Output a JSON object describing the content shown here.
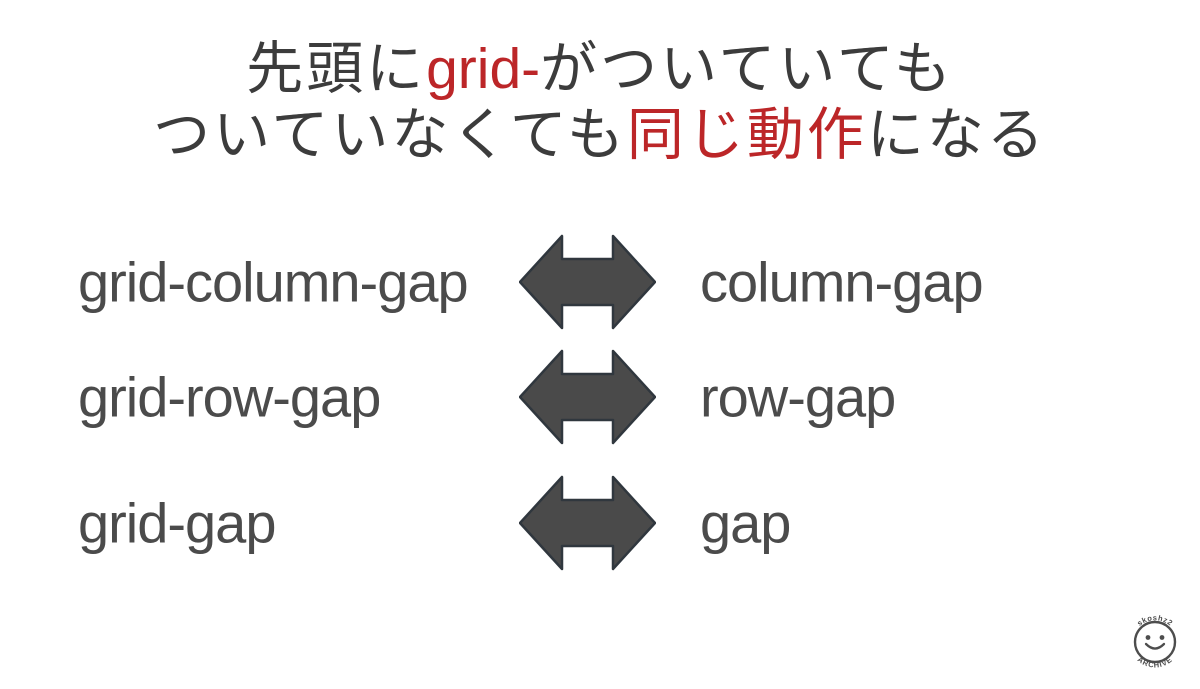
{
  "slide": {
    "background": "#ffffff",
    "description": "CSS grid-gap prefix equivalence slide"
  },
  "title": {
    "line1": [
      {
        "text": "先頭に",
        "color": "default"
      },
      {
        "text": "grid-",
        "color": "accent"
      },
      {
        "text": "がついていても",
        "color": "default"
      }
    ],
    "line2": [
      {
        "text": "ついていなくても",
        "color": "default"
      },
      {
        "text": "同じ動作",
        "color": "accent"
      },
      {
        "text": "になる",
        "color": "default"
      }
    ]
  },
  "rows": [
    {
      "left": "grid-column-gap",
      "right": "column-gap"
    },
    {
      "left": "grid-row-gap",
      "right": "row-gap"
    },
    {
      "left": "grid-gap",
      "right": "gap"
    }
  ],
  "logo": {
    "top_text": "skoshz2",
    "bottom_text": "ARCHIVE"
  },
  "colors": {
    "title_text": "#3c3c3c",
    "accent_red": "#bc2628",
    "label_gray": "#4b4b4b",
    "arrow_fill": "#4a4a4a",
    "arrow_edge": "#30373e",
    "logo_gray": "#4d4d4d"
  },
  "icons": {
    "arrow": "double-headed-arrow",
    "logo": "smiley-face-badge"
  }
}
